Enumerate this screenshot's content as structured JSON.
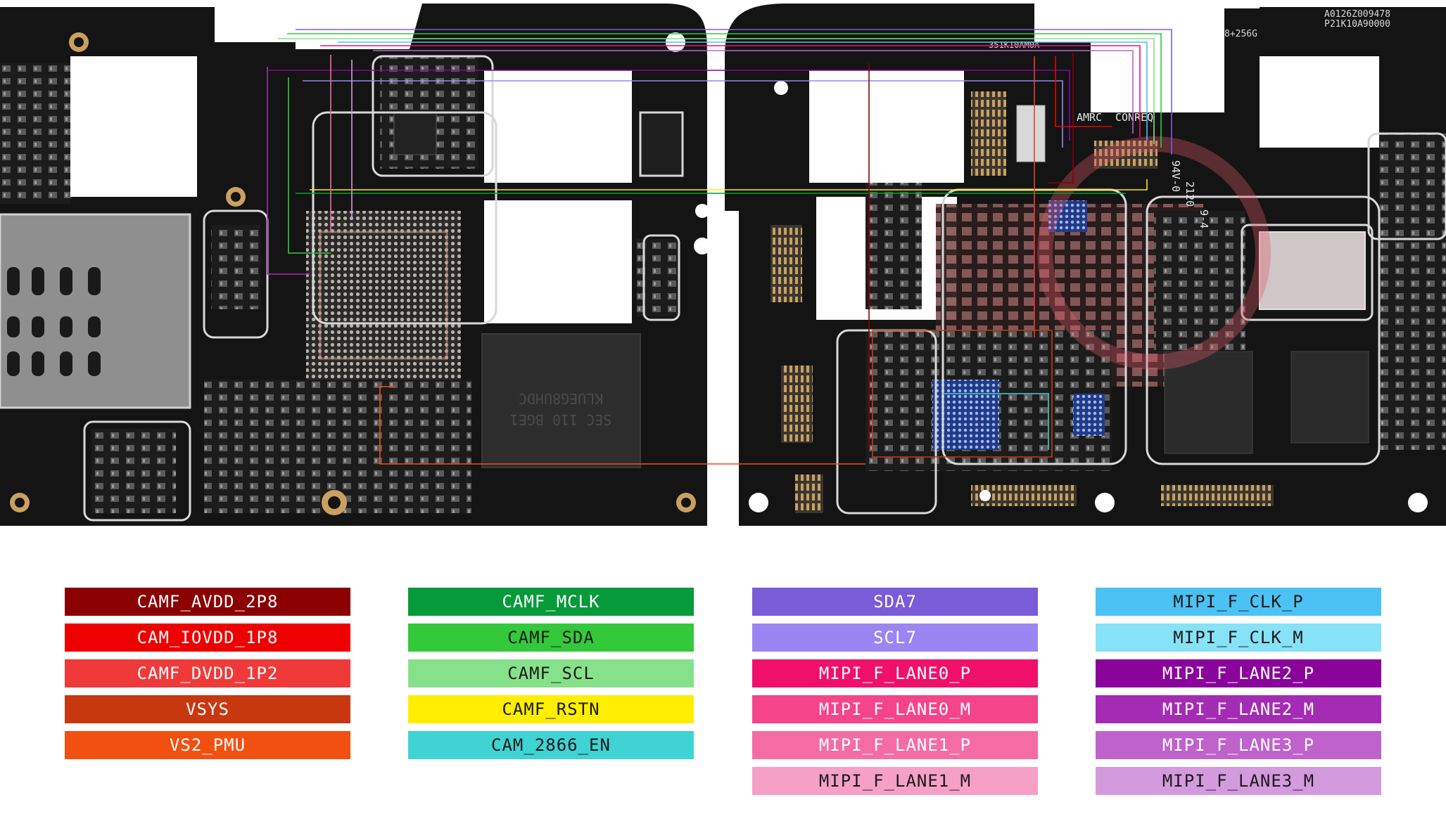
{
  "board": {
    "silkscreen": {
      "top_left": "351K10AM0A",
      "top_right_1": "A0126Z009478",
      "top_right_2": "P21K10A90000",
      "top_right_3": "8+256G",
      "connector_1": "AMRC",
      "connector_2": "CONREQ",
      "side": "94V-0",
      "date": "2120",
      "rev": "9-4",
      "emmc_1": "KLUEG8UHDC",
      "emmc_2": "SEC 110 BGE1"
    }
  },
  "legend": {
    "columns": [
      {
        "items": [
          {
            "label": "CAMF_AVDD_2P8",
            "color": "#8b0000",
            "text_color": "#ffffff"
          },
          {
            "label": "CAM_IOVDD_1P8",
            "color": "#ee0000",
            "text_color": "#ffffff"
          },
          {
            "label": "CAMF_DVDD_1P2",
            "color": "#f03a3a",
            "text_color": "#ffffff"
          },
          {
            "label": "VSYS",
            "color": "#c8380f",
            "text_color": "#ffffff"
          },
          {
            "label": "VS2_PMU",
            "color": "#f25010",
            "text_color": "#ffffff"
          }
        ]
      },
      {
        "items": [
          {
            "label": "CAMF_MCLK",
            "color": "#079a3a",
            "text_color": "#ffffff"
          },
          {
            "label": "CAMF_SDA",
            "color": "#33c93a",
            "text_color": "#1a1a1a"
          },
          {
            "label": "CAMF_SCL",
            "color": "#86e28a",
            "text_color": "#1a1a1a"
          },
          {
            "label": "CAMF_RSTN",
            "color": "#ffee00",
            "text_color": "#1a1a1a"
          },
          {
            "label": "CAM_2866_EN",
            "color": "#3fd3d3",
            "text_color": "#1a1a1a"
          }
        ]
      },
      {
        "items": [
          {
            "label": "SDA7",
            "color": "#7a5bd8",
            "text_color": "#ffffff"
          },
          {
            "label": "SCL7",
            "color": "#9a86f2",
            "text_color": "#ffffff"
          },
          {
            "label": "MIPI_F_LANE0_P",
            "color": "#f0106a",
            "text_color": "#ffffff"
          },
          {
            "label": "MIPI_F_LANE0_M",
            "color": "#f5448a",
            "text_color": "#ffffff"
          },
          {
            "label": "MIPI_F_LANE1_P",
            "color": "#f56ca4",
            "text_color": "#ffffff"
          },
          {
            "label": "MIPI_F_LANE1_M",
            "color": "#f7a0c6",
            "text_color": "#1a1a1a"
          }
        ]
      },
      {
        "items": [
          {
            "label": "MIPI_F_CLK_P",
            "color": "#4cc1f4",
            "text_color": "#1a1a1a"
          },
          {
            "label": "MIPI_F_CLK_M",
            "color": "#86e2f6",
            "text_color": "#1a1a1a"
          },
          {
            "label": "MIPI_F_LANE2_P",
            "color": "#8a049c",
            "text_color": "#ffffff"
          },
          {
            "label": "MIPI_F_LANE2_M",
            "color": "#a42cb4",
            "text_color": "#ffffff"
          },
          {
            "label": "MIPI_F_LANE3_P",
            "color": "#bf62cc",
            "text_color": "#ffffff"
          },
          {
            "label": "MIPI_F_LANE3_M",
            "color": "#d49ade",
            "text_color": "#1a1a1a"
          }
        ]
      }
    ]
  }
}
